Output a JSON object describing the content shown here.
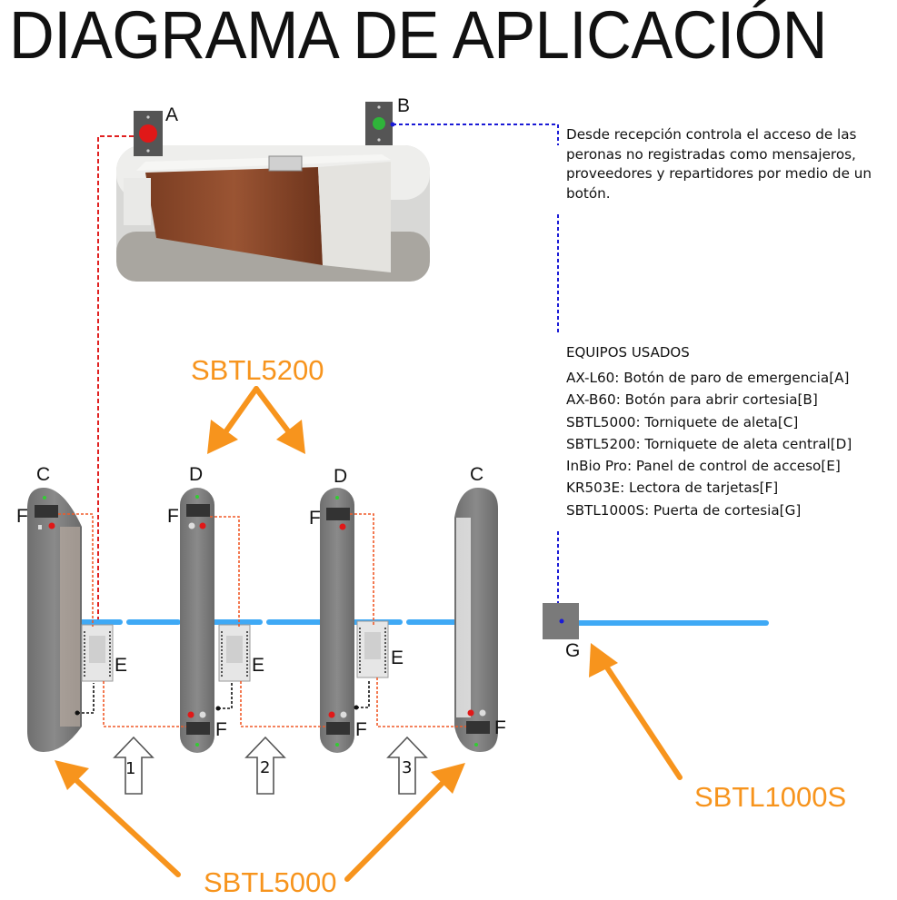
{
  "title": "DIAGRAMA DE APLICACIÓN",
  "description": "Desde recepción controla el acceso de las peronas no registradas como mensajeros, proveedores y repartidores  por medio de un botón.",
  "equipment": {
    "heading": "EQUIPOS USADOS",
    "items": [
      "AX-L60: Botón de paro de emergencia[A]",
      "AX-B60: Botón para abrir cortesia[B]",
      "SBTL5000: Torniquete de aleta[C]",
      "SBTL5200: Torniquete de aleta central[D]",
      "InBio Pro: Panel de control de acceso[E]",
      "KR503E: Lectora de tarjetas[F]",
      "SBTL1000S: Puerta de cortesia[G]"
    ]
  },
  "labels": {
    "a": "A",
    "b": "B",
    "c1": "C",
    "d1": "D",
    "d2": "D",
    "c2": "C",
    "f1": "F",
    "f2": "F",
    "f3": "F",
    "f4": "F",
    "f5": "F",
    "f6": "F",
    "e1": "E",
    "e2": "E",
    "e3": "E",
    "g": "G"
  },
  "lanes": [
    "1",
    "2",
    "3"
  ],
  "products": {
    "center": "SBTL5200",
    "side": "SBTL5000",
    "gate": "SBTL1000S"
  },
  "colors": {
    "accent": "#F7941D",
    "barrier": "#3FA9F5",
    "red_wire": "#E02020",
    "blue_wire": "#1A1AD6",
    "orange_wire": "#F05A28",
    "turnstile": "#777777"
  }
}
